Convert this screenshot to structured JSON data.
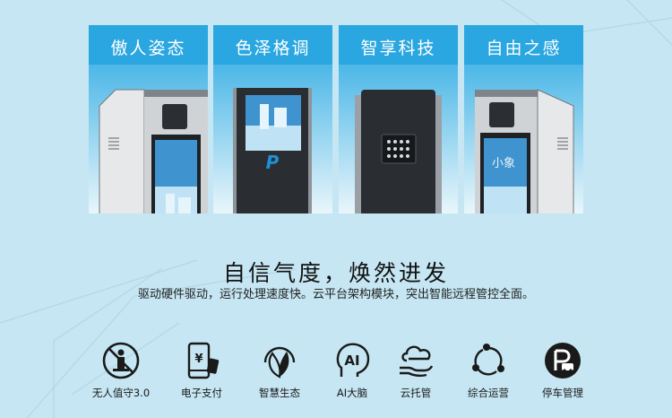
{
  "panels": [
    {
      "title": "傲人姿态",
      "icon": "terminal-side-view"
    },
    {
      "title": "色泽格调",
      "icon": "terminal-front-view"
    },
    {
      "title": "智享科技",
      "icon": "terminal-back-view"
    },
    {
      "title": "自由之感",
      "icon": "terminal-angled-view"
    }
  ],
  "headline": "自信气度，焕然进发",
  "description": "驱动硬件驱动，运行处理速度快。云平台架构模块，突出智能远程管控全面。",
  "features": [
    {
      "label": "无人值守3.0",
      "icon": "unattended-person-icon"
    },
    {
      "label": "电子支付",
      "icon": "mobile-payment-icon"
    },
    {
      "label": "智慧生态",
      "icon": "leaf-ecology-icon"
    },
    {
      "label": "AI大脑",
      "icon": "ai-brain-icon"
    },
    {
      "label": "云托管",
      "icon": "cloud-hand-icon"
    },
    {
      "label": "综合运营",
      "icon": "operations-cycle-icon"
    },
    {
      "label": "停车管理",
      "icon": "parking-car-icon"
    }
  ],
  "screen_text": [
    "小象",
    "P"
  ],
  "colors": {
    "background": "#c5e6f2",
    "panel_header": "#2aa6e0",
    "icon_stroke": "#1a1a1a"
  }
}
